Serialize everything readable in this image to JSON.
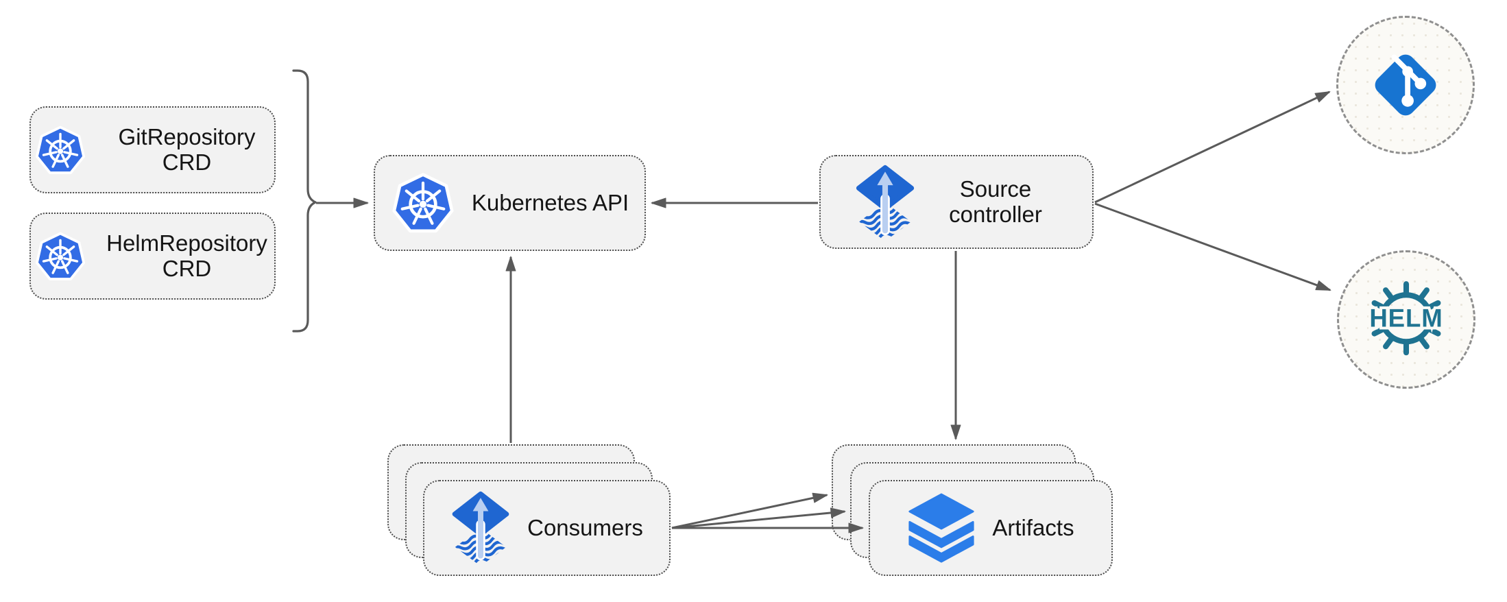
{
  "diagram": {
    "type": "architecture-diagram",
    "background": "#ffffff"
  },
  "nodes": {
    "git_repository_crd": {
      "label": "GitRepository CRD",
      "icon": "kubernetes-icon"
    },
    "helm_repository_crd": {
      "label": "HelmRepository CRD",
      "icon": "kubernetes-icon"
    },
    "kubernetes_api": {
      "label": "Kubernetes API",
      "icon": "kubernetes-icon"
    },
    "source_controller": {
      "label": "Source controller",
      "icon": "flux-source-icon"
    },
    "consumers": {
      "label": "Consumers",
      "icon": "flux-source-icon",
      "stacked": 3
    },
    "artifacts": {
      "label": "Artifacts",
      "icon": "layers-icon",
      "stacked": 3
    },
    "git_remote": {
      "label": "",
      "icon": "git-icon",
      "shape": "dashed-circle"
    },
    "helm_remote": {
      "label": "",
      "logo_text": "HELM",
      "icon": "helm-icon",
      "shape": "dashed-circle"
    }
  },
  "edges": [
    {
      "from": "GitRepository CRD + HelmRepository CRD",
      "to": "Kubernetes API",
      "via": "brace",
      "arrow": "end"
    },
    {
      "from": "Source controller",
      "to": "Kubernetes API",
      "arrow": "end"
    },
    {
      "from": "Consumers",
      "to": "Kubernetes API",
      "arrow": "end"
    },
    {
      "from": "Source controller",
      "to": "Artifacts",
      "arrow": "end"
    },
    {
      "from": "Source controller",
      "to": "git_remote",
      "arrow": "end"
    },
    {
      "from": "Source controller",
      "to": "helm_remote",
      "arrow": "end"
    },
    {
      "from": "Consumers",
      "to": "Artifacts",
      "arrow": "end",
      "multiplicity": 3
    }
  ],
  "colors": {
    "box_fill": "#f2f2f2",
    "box_border": "#4b4b4b",
    "circle_fill": "#fbfaf6",
    "arrow_gray": "#5a5a5a",
    "kubernetes_blue": "#326ce5",
    "flux_blue": "#1f66d1",
    "flux_arrow_light": "#b9cff1",
    "layers_blue": "#2b7de9",
    "git_blue": "#1774d1",
    "helm_teal": "#1f7391",
    "text_color": "#151515"
  }
}
